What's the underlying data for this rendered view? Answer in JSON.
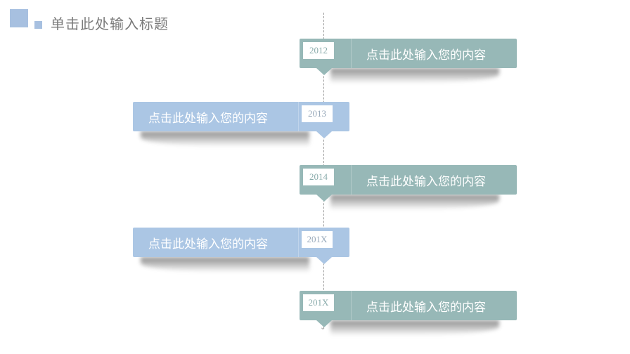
{
  "header": {
    "title": "单击此处输入标题"
  },
  "colors": {
    "teal": "#97b8b7",
    "blue": "#abc6e4",
    "accent_square": "#a7c0e0"
  },
  "timeline": [
    {
      "year": "2012",
      "text": "点击此处输入您的内容",
      "side": "right"
    },
    {
      "year": "2013",
      "text": "点击此处输入您的内容",
      "side": "left"
    },
    {
      "year": "2014",
      "text": "点击此处输入您的内容",
      "side": "right"
    },
    {
      "year": "201X",
      "text": "点击此处输入您的内容",
      "side": "left"
    },
    {
      "year": "201X",
      "text": "点击此处输入您的内容",
      "side": "right"
    }
  ]
}
